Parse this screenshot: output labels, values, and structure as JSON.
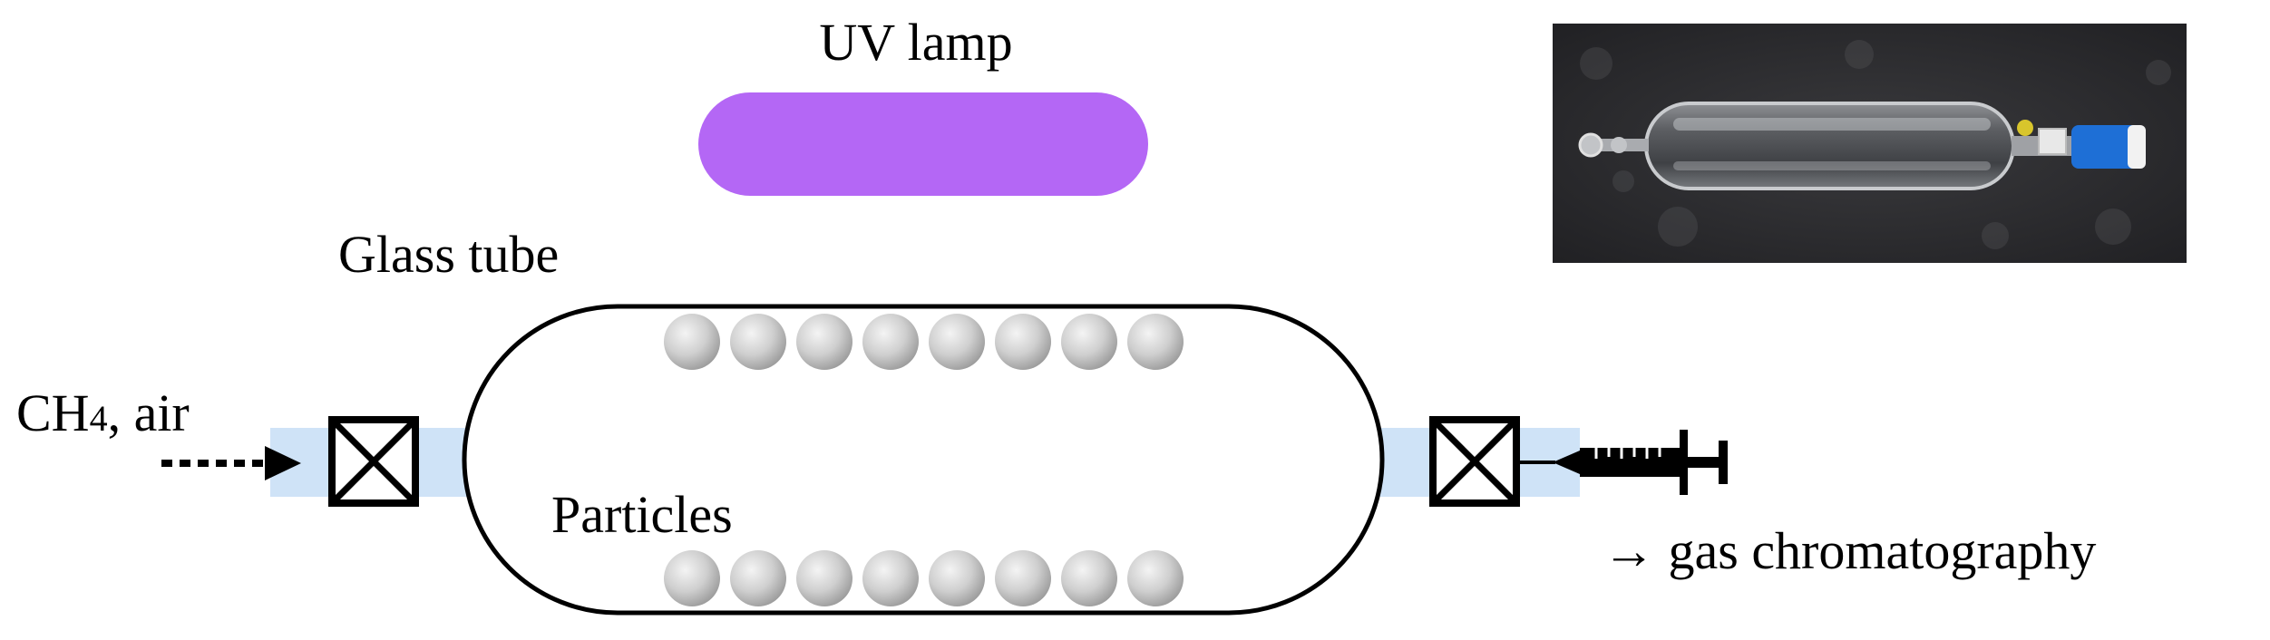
{
  "labels": {
    "uv_lamp": "UV lamp",
    "glass_tube": "Glass tube",
    "inlet_gas": "CH",
    "inlet_gas_subscript": "4",
    "inlet_gas_rest": ", air",
    "particles": "Particles",
    "outlet": "→ gas chromatography"
  },
  "colors": {
    "uv_lamp": "#b467f5",
    "connector": "#cfe3f7",
    "particle_light": "#f2f2f2",
    "particle_dark": "#9a9a9a",
    "photo_bg": "#2b2b2e"
  },
  "particles": {
    "top_row_count": 8,
    "bottom_row_count": 8
  },
  "icons": [
    "valve-icon",
    "syringe-icon",
    "dashed-arrow-icon"
  ]
}
